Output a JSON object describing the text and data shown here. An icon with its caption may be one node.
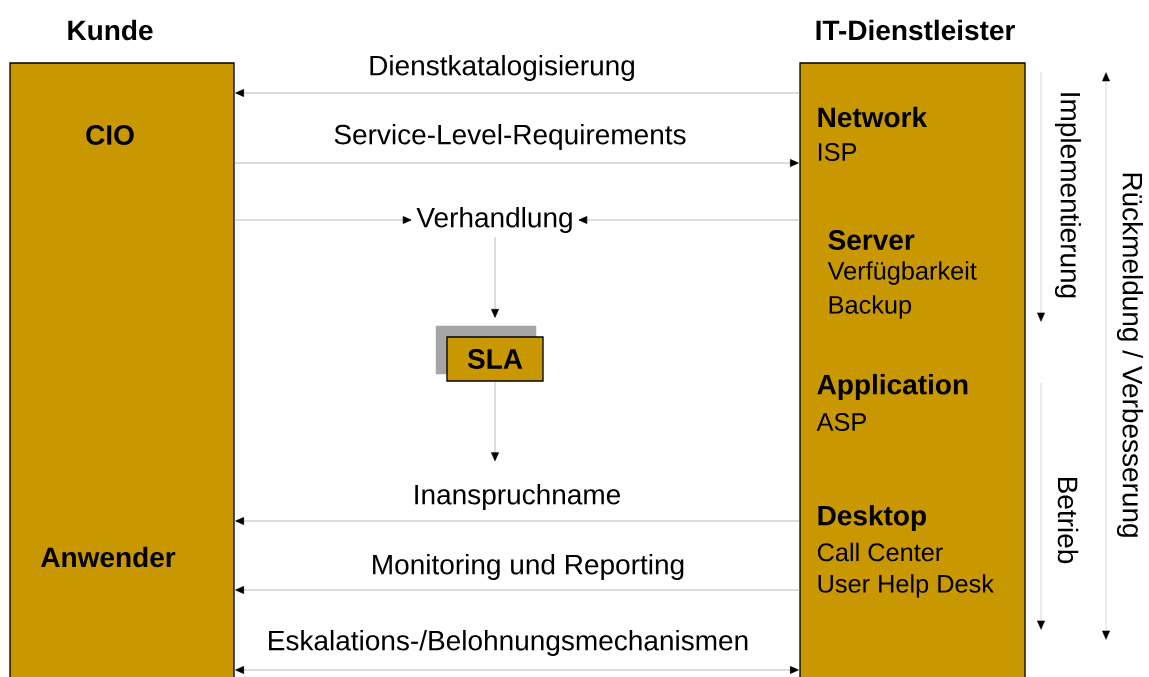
{
  "diagram": {
    "nodes": [
      {
        "text": [
          "Kunde",
          "CIO",
          "Anwender"
        ]
      },
      {
        "text": [
          "IT-Dienstleister",
          "Network",
          "ISP",
          "Server",
          "Verfügbarkeit",
          "Backup",
          "Application",
          "ASP",
          "Desktop",
          "Call Center",
          "User Help Desk"
        ]
      },
      {
        "text": [
          "Verhandlung"
        ]
      },
      {
        "text": [
          "SLA"
        ]
      }
    ],
    "edges": [
      {
        "from": 1,
        "to": 0,
        "arrow": "to",
        "label": "Dienstkatalogisierung"
      },
      {
        "from": 0,
        "to": 1,
        "arrow": "to",
        "label": "Service-Level-Requirements"
      },
      {
        "from": 0,
        "to": 2,
        "arrow": "to"
      },
      {
        "from": 1,
        "to": 2,
        "arrow": "to"
      },
      {
        "from": 2,
        "to": 3,
        "arrow": "to"
      },
      {
        "from": 3,
        "to": null,
        "arrow": "to"
      },
      {
        "from": 1,
        "to": 0,
        "arrow": "to",
        "label": "Inanspruchname"
      },
      {
        "from": 1,
        "to": 0,
        "arrow": "to",
        "label": "Monitoring und Reporting"
      },
      {
        "from": 0,
        "to": 1,
        "arrow": "both",
        "label": "Eskalations-/Belohnungsmechanismen"
      }
    ],
    "labels": [
      "Implementierung",
      "Betrieb",
      "Rückmeldung / Verbesserung"
    ]
  }
}
